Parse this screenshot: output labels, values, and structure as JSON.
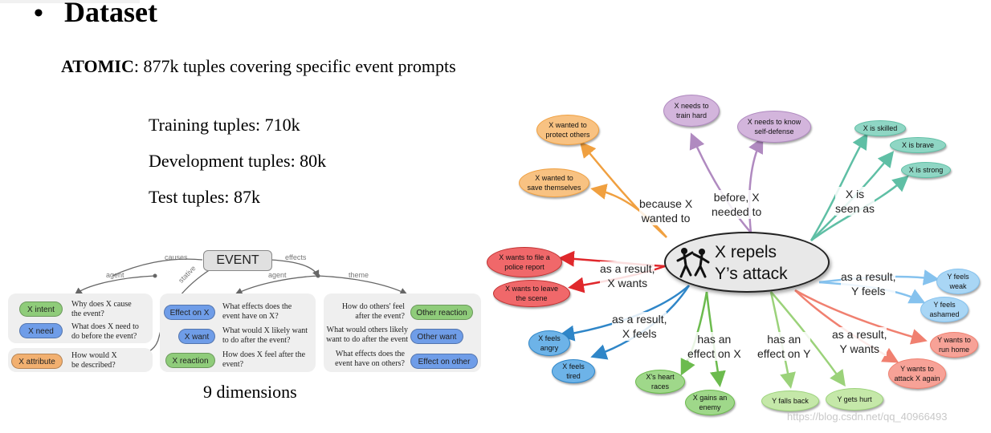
{
  "header": {
    "bullet": "•",
    "title": "Dataset"
  },
  "atomic": {
    "name": "ATOMIC",
    "desc": ": 877k tuples covering specific event prompts"
  },
  "stats": {
    "training": "Training tuples: 710k",
    "development": "Development tuples: 80k",
    "test": "Test tuples: 87k"
  },
  "dimensions_caption": "9 dimensions",
  "left_diagram": {
    "event": "EVENT",
    "edges": {
      "causes": "causes",
      "effects": "effects",
      "stative": "stative",
      "agent_left": "agent",
      "agent_right": "agent",
      "theme": "theme"
    },
    "card1": [
      {
        "label": "X intent",
        "question": "Why does X cause\nthe event?",
        "color": "#8fcc7a"
      },
      {
        "label": "X need",
        "question": "What does X need to\ndo before the event?",
        "color": "#6f9de8"
      }
    ],
    "card_attr": {
      "label": "X attribute",
      "question": "How would X\nbe described?",
      "color": "#f2b070"
    },
    "card2": [
      {
        "label": "Effect on X",
        "question": "What effects does the\nevent have on X?",
        "color": "#6f9de8"
      },
      {
        "label": "X want",
        "question": "What would X likely want\nto do after the event?",
        "color": "#6f9de8"
      },
      {
        "label": "X reaction",
        "question": "How does X feel after the\nevent?",
        "color": "#8fcc7a"
      }
    ],
    "card3": [
      {
        "label": "Other reaction",
        "question": "How do others' feel\nafter the event?",
        "color": "#8fcc7a"
      },
      {
        "label": "Other want",
        "question": "What would others likely\nwant to do after the event",
        "color": "#6f9de8"
      },
      {
        "label": "Effect on other",
        "question": "What effects does the\nevent have on others?",
        "color": "#6f9de8"
      }
    ]
  },
  "right_diagram": {
    "center": {
      "line1": "X repels",
      "line2": "Y’s attack"
    },
    "relations": {
      "because": "because X\nwanted to",
      "before": "before, X\nneeded to",
      "xis": "X is\nseen as",
      "asres_xwants": "as a result,\nX wants",
      "asres_yfeels": "as a result,\nY feels",
      "asres_xfeels": "as a result,\nX feels",
      "effect_x": "has an\neffect on X",
      "effect_y": "has an\neffect on Y",
      "asres_ywants": "as a result,\nY wants"
    },
    "nodes": {
      "protect": "X wanted to\nprotect others",
      "save": "X wanted to\nsave themselves",
      "train": "X needs to\ntrain hard",
      "selfdef": "X needs to know\nself-defense",
      "skilled": "X is skilled",
      "brave": "X is brave",
      "strong": "X is strong",
      "police": "X wants to file a\npolice report",
      "leave": "X wants to leave\nthe scene",
      "weak": "Y feels\nweak",
      "ashamed": "Y feels\nashamed",
      "angry": "X feels\nangry",
      "tired": "X feels\ntired",
      "heart": "X's heart\nraces",
      "enemy": "X gains an\nenemy",
      "falls": "Y falls back",
      "hurt": "Y gets hurt",
      "home": "Y wants to\nrun home",
      "attack": "Y wants to\nattack X again"
    },
    "colors": {
      "orange": "#f8c282",
      "purple": "#d3b5dc",
      "teal": "#8fd6c4",
      "red": "#f0686a",
      "lightblue": "#a9d6f5",
      "blue": "#6db3e8",
      "green": "#9fd88a",
      "lightgreen": "#c5e8a9",
      "salmon": "#f7a297"
    }
  },
  "watermark": "https://blog.csdn.net/qq_40966493"
}
